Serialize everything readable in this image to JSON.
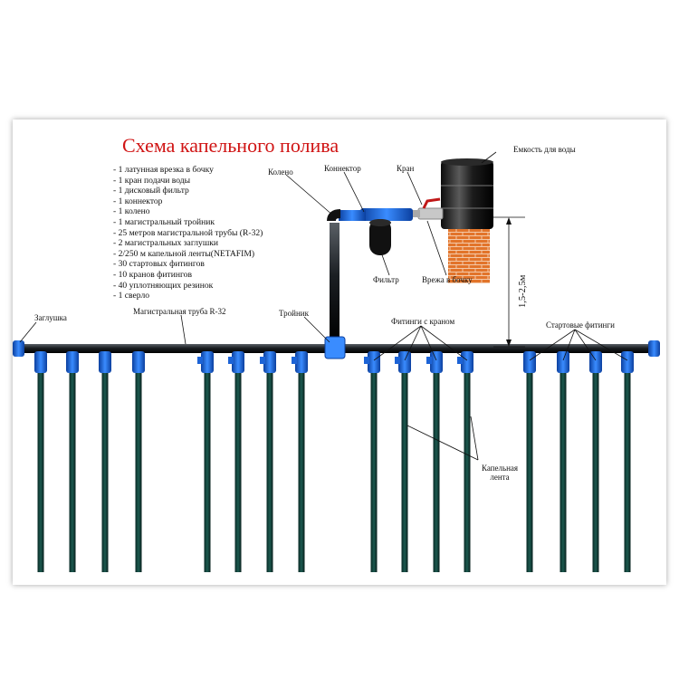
{
  "title": "Схема капельного полива",
  "parts_list": [
    "- 1 латунная врезка в бочку",
    "- 1 кран подачи воды",
    "- 1 дисковый фильтр",
    "- 1 коннектор",
    "- 1 колено",
    "- 1 магистральный тройник",
    "- 25 метров магистральной трубы (R-32)",
    "- 2 магистральных заглушки",
    "- 2/250 м капельной ленты(NETAFIM)",
    "- 30 стартовых фитингов",
    "- 10 кранов фитингов",
    "- 40 уплотняющих резинок",
    "- 1 сверло"
  ],
  "labels": {
    "water_tank": "Емкость для воды",
    "connector": "Коннектор",
    "elbow": "Колено",
    "valve": "Кран",
    "filter": "Фильтр",
    "tank_insert": "Врежа в бочку",
    "height": "1,5-2,5м",
    "plug": "Заглушка",
    "main_pipe": "Магистральная труба R-32",
    "tee": "Тройник",
    "valve_fittings": "Фитинги с краном",
    "start_fittings": "Стартовые фитинги",
    "drip_tape_line1": "Капельная",
    "drip_tape_line2": "лента"
  },
  "colors": {
    "title": "#d01414",
    "pipe": "#1a1f24",
    "fitting": "#1c63d6",
    "tape": "#0f3a34",
    "brick": "#e2742a"
  }
}
